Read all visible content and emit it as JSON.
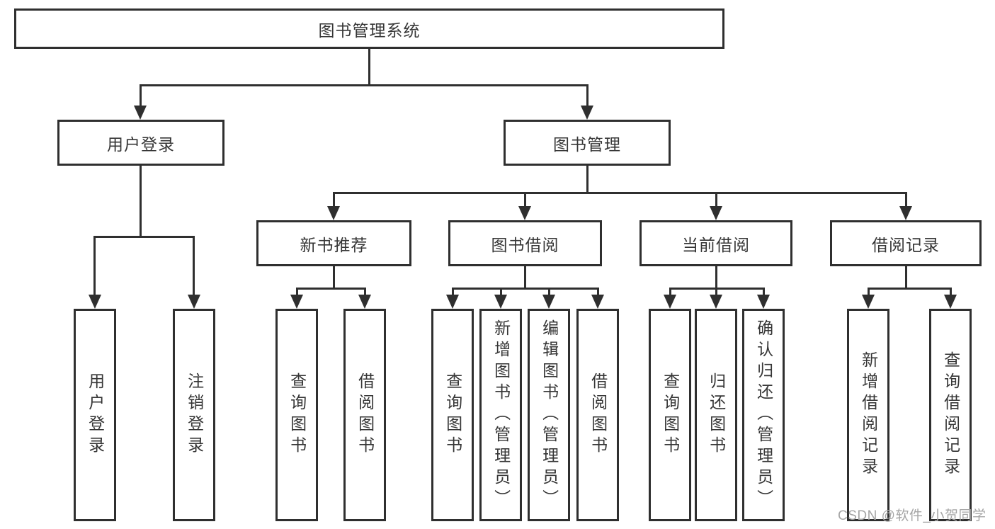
{
  "root": {
    "label": "图书管理系统"
  },
  "branches": {
    "user": {
      "label": "用户登录",
      "children": [
        {
          "label": "用户登录"
        },
        {
          "label": "注销登录"
        }
      ]
    },
    "mgmt": {
      "label": "图书管理",
      "children": [
        {
          "label": "新书推荐",
          "children": [
            {
              "label": "查询图书"
            },
            {
              "label": "借阅图书"
            }
          ]
        },
        {
          "label": "图书借阅",
          "children": [
            {
              "label": "查询图书"
            },
            {
              "label": "新增图书（管理员）"
            },
            {
              "label": "编辑图书（管理员）"
            },
            {
              "label": "借阅图书"
            }
          ]
        },
        {
          "label": "当前借阅",
          "children": [
            {
              "label": "查询图书"
            },
            {
              "label": "归还图书"
            },
            {
              "label": "确认归还（管理员）"
            }
          ]
        },
        {
          "label": "借阅记录",
          "children": [
            {
              "label": "新增借阅记录"
            },
            {
              "label": "查询借阅记录"
            }
          ]
        }
      ]
    }
  },
  "watermark": "CSDN @软件_小贺同学",
  "colors": {
    "line": "#2f2f2f",
    "text": "#363636",
    "watermark": "#a5a5a5",
    "background": "#ffffff"
  }
}
